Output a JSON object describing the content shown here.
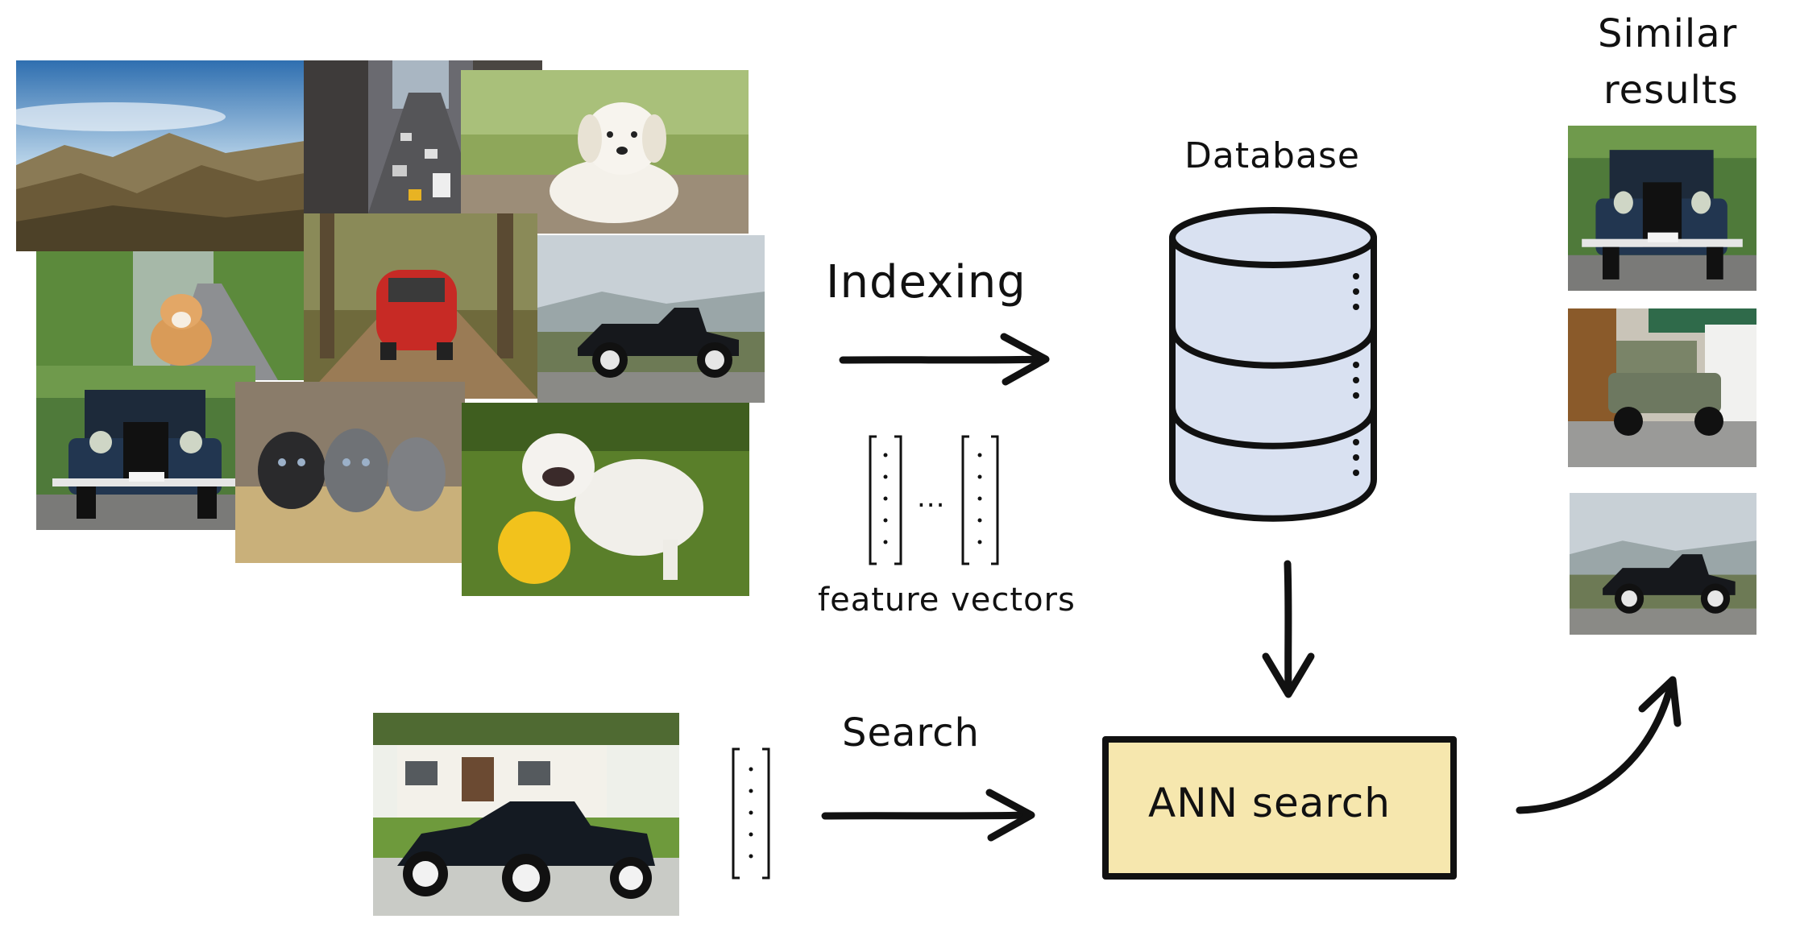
{
  "labels": {
    "indexing": "Indexing",
    "feature_vectors": "feature vectors",
    "ellipsis": "...",
    "database": "Database",
    "search": "Search",
    "ann_search": "ANN search",
    "similar_line1": "Similar",
    "similar_line2": "results"
  },
  "colors": {
    "ink": "#111111",
    "database_fill": "#d9e1f1",
    "ann_box_fill": "#f6e7ae"
  },
  "images": {
    "collection": [
      "mountain-landscape",
      "city-street-traffic",
      "white-puppy",
      "corgi-dog",
      "red-fiat-car",
      "vintage-roadster",
      "blue-vintage-car-front",
      "kittens",
      "bulldog-with-ball"
    ],
    "query": "vintage-roadster-query",
    "results": [
      "blue-vintage-car-front",
      "green-vintage-sedan",
      "vintage-roadster"
    ]
  }
}
